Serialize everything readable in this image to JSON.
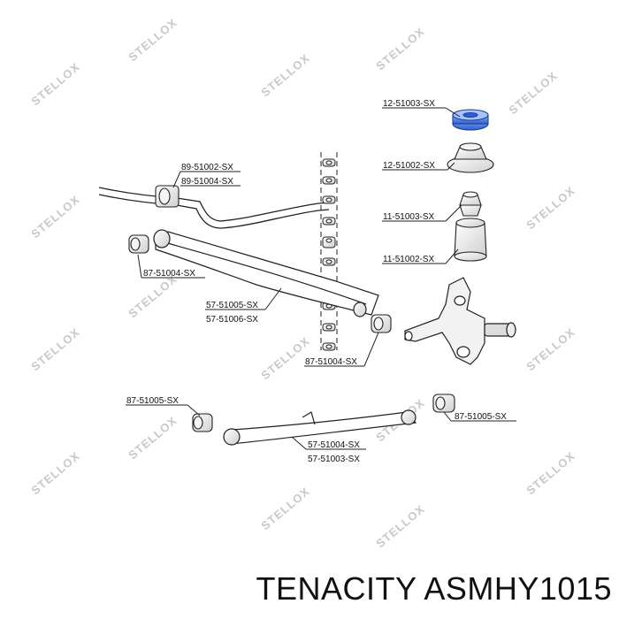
{
  "watermark": {
    "text": "STELLOX"
  },
  "callouts": [
    {
      "id": "c-12-51003",
      "text": "12-51003-SX"
    },
    {
      "id": "c-12-51002",
      "text": "12-51002-SX"
    },
    {
      "id": "c-11-51003",
      "text": "11-51003-SX"
    },
    {
      "id": "c-11-51002",
      "text": "11-51002-SX"
    },
    {
      "id": "c-89-51002",
      "text": "89-51002-SX"
    },
    {
      "id": "c-89-51004",
      "text": "89-51004-SX"
    },
    {
      "id": "c-87-51004-a",
      "text": "87-51004-SX"
    },
    {
      "id": "c-57-51005",
      "text": "57-51005-SX"
    },
    {
      "id": "c-57-51006",
      "text": "57-51006-SX"
    },
    {
      "id": "c-87-51004-b",
      "text": "87-51004-SX"
    },
    {
      "id": "c-87-51005-a",
      "text": "87-51005-SX"
    },
    {
      "id": "c-87-51005-b",
      "text": "87-51005-SX"
    },
    {
      "id": "c-57-51004",
      "text": "57-51004-SX"
    },
    {
      "id": "c-57-51003",
      "text": "57-51003-SX"
    }
  ],
  "footer": {
    "text": "TENACITY ASMHY1015"
  },
  "colors": {
    "highlight": "#3d6fe0",
    "line": "#222222",
    "watermark": "#c9c9c9"
  }
}
